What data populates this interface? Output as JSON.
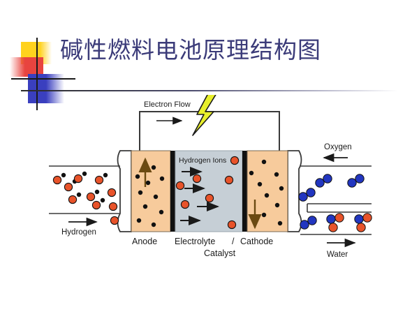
{
  "slide": {
    "title": "碱性燃料电池原理结构图",
    "background_color": "#ffffff",
    "title_color": "#3b3b79"
  },
  "decoration": {
    "yellow_color": "#ffd21e",
    "red_color": "#e8443f",
    "blue_color": "#3a3fbf",
    "rule_color": "#2a2a2a"
  },
  "diagram": {
    "name": "alkaline-fuel-cell-schematic",
    "labels": {
      "electron_flow": "Electron Flow",
      "hydrogen_ions": "Hydrogen Ions",
      "hydrogen": "Hydrogen",
      "oxygen": "Oxygen",
      "water": "Water",
      "anode": "Anode",
      "electrolyte": "Electrolyte",
      "cathode": "Cathode",
      "catalyst": "Catalyst",
      "catalyst_pointer": "/"
    },
    "colors": {
      "electrode_fill": "#f7cb9c",
      "electrolyte_fill": "#c6cfd6",
      "catalyst_bar": "#111111",
      "proton": "#e8532a",
      "electron": "#111111",
      "oxygen_atom": "#2236c0",
      "bolt_fill": "#e8ef2b",
      "bolt_stroke": "#1a1a1a",
      "wire": "#3a3a3a",
      "arrow": "#6b4a12"
    },
    "particles": {
      "hydrogen_inlet_protons": 9,
      "hydrogen_inlet_electrons": 7,
      "anode_electrons": 9,
      "electrolyte_protons": 8,
      "electrolyte_arrows": 5,
      "cathode_electrons": 9,
      "oxygen_molecules": 4,
      "water_molecules": 3
    }
  }
}
